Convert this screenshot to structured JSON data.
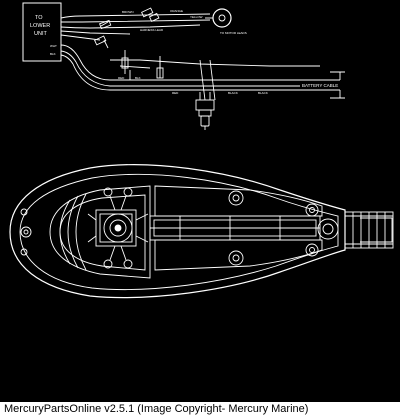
{
  "diagram": {
    "lower_unit_box": {
      "lines": [
        "TO",
        "LOWER",
        "UNIT"
      ]
    },
    "wire_labels": {
      "lower_unit_wires": [
        "WHT",
        "BLK"
      ],
      "top_harness": [
        "BROWN",
        "ORANGE",
        "YELLOW"
      ],
      "right_connector": "TO MOTOR LEADS",
      "middle": "HARNESS LEAD",
      "switch_wires": [
        "RED",
        "BLK",
        "RED",
        "BLACK",
        "BLACK"
      ]
    },
    "battery_cable_label": "BATTERY CABLE"
  },
  "footer": {
    "text": "MercuryPartsOnline v2.5.1 (Image Copyright- Mercury Marine)"
  },
  "colors": {
    "background": "#000000",
    "line": "#ffffff",
    "footer_bg": "#ffffff",
    "footer_text": "#000000"
  }
}
